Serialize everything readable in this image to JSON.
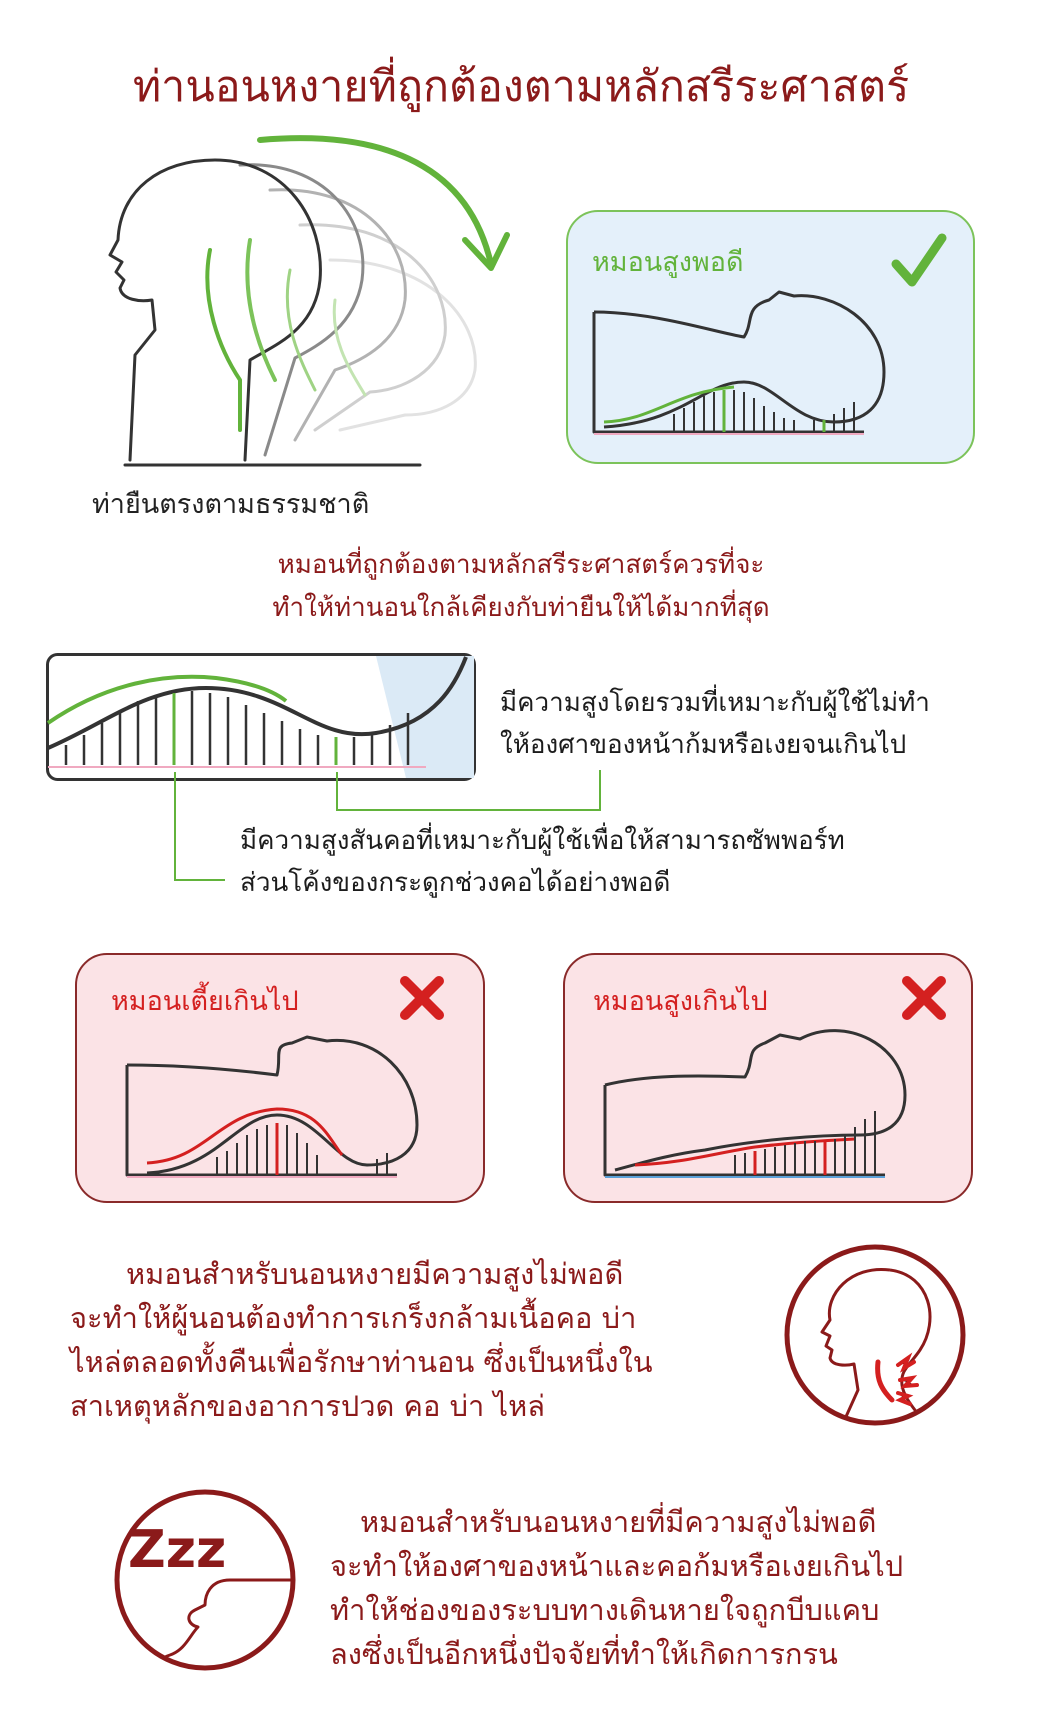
{
  "title": "ท่านอนหงายที่ถูกต้องตามหลักสรีระศาสตร์",
  "standing_caption": "ท่ายืนตรงตามธรรมชาติ",
  "intro_text": {
    "line1": "หมอนที่ถูกต้องตามหลักสรีระศาสตร์ควรที่จะ",
    "line2": "ทำให้ท่านอนใกล้เคียงกับท่ายืนให้ได้มากที่สุด"
  },
  "good_panel": {
    "label": "หมอนสูงพอดี",
    "status_icon": "check-icon"
  },
  "detail": {
    "note_height": {
      "line1": "มีความสูงโดยรวมที่เหมาะกับผู้ใช้ไม่ทำ",
      "line2": "ให้องศาของหน้าก้มหรือเงยจนเกินไป"
    },
    "note_neck": {
      "line1": "มีความสูงสันคอที่เหมาะกับผู้ใช้เพื่อให้สามารถซัพพอร์ท",
      "line2": "ส่วนโค้งของกระดูกช่วงคอได้อย่างพอดี"
    }
  },
  "bad_panels": [
    {
      "label": "หมอนเตี้ยเกินไป",
      "status_icon": "x-icon"
    },
    {
      "label": "หมอนสูงเกินไป",
      "status_icon": "x-icon"
    }
  ],
  "pain_text": {
    "line1": "หมอนสำหรับนอนหงายมีความสูงไม่พอดี",
    "line2": "จะทำให้ผู้นอนต้องทำการเกร็งกล้ามเนื้อคอ บ่า",
    "line3": "ไหล่ตลอดทั้งคืนเพื่อรักษาท่านอน ซึ่งเป็นหนึ่งใน",
    "line4": "สาเหตุหลักของอาการปวด คอ บ่า ไหล่"
  },
  "snore_text": {
    "line1": "หมอนสำหรับนอนหงายที่มีความสูงไม่พอดี",
    "line2": "จะทำให้องศาของหน้าและคอก้มหรือเงยเกินไป",
    "line3": "ทำให้ช่องของระบบทางเดินหายใจถูกบีบแคบ",
    "line4": "ลงซึ่งเป็นอีกหนึ่งปัจจัยที่ทำให้เกิดการกรน"
  },
  "snore_glyph": "Zzz",
  "colors": {
    "title_red": "#8b1a1a",
    "accent_green": "#62b33b",
    "alert_red": "#d42020",
    "good_bg": "#e4f0fa",
    "bad_bg": "#fbe3e6"
  }
}
